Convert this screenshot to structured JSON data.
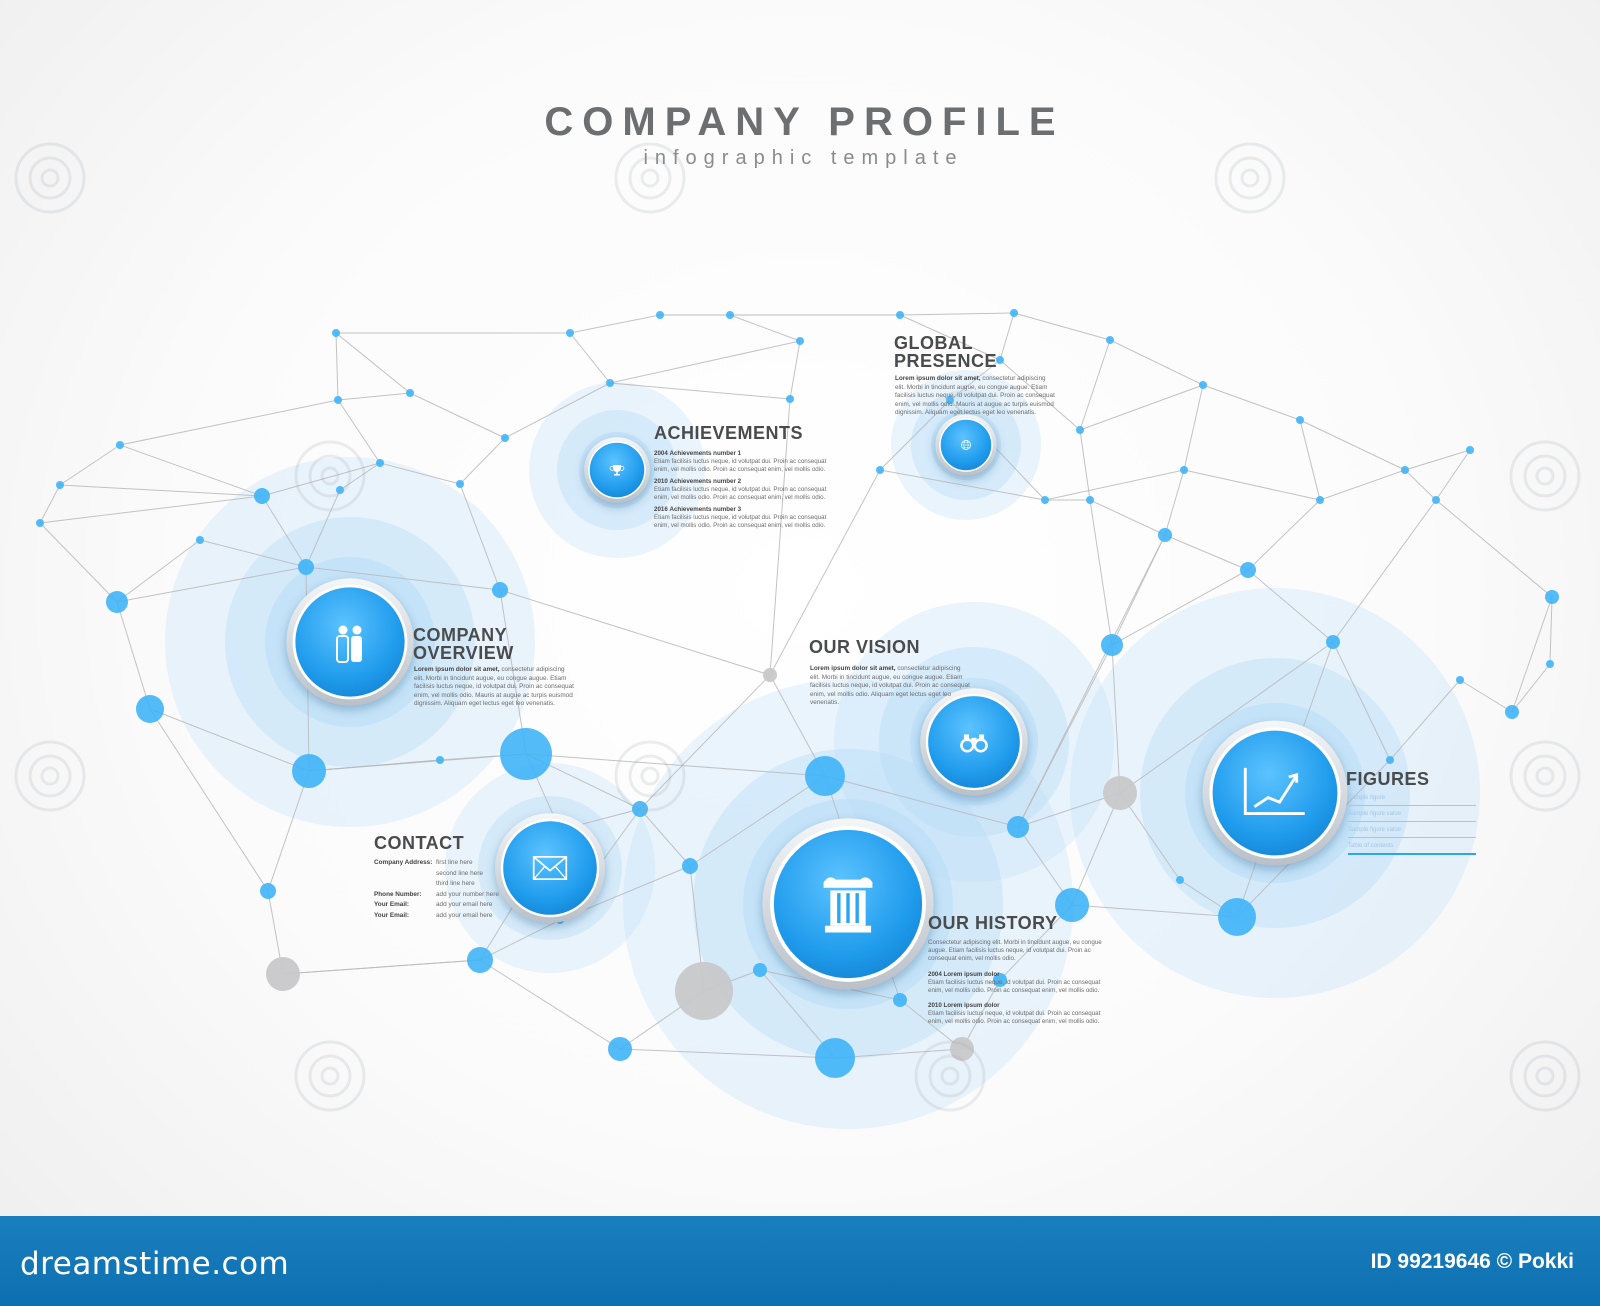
{
  "title": "COMPANY PROFILE",
  "subtitle": "infographic template",
  "colors": {
    "accent": "#2aa6f2",
    "halo": "#b6dcf8",
    "node_gray": "#c8c8ca",
    "heading": "#4a4b4d",
    "footer": "#1477b8"
  },
  "sections": {
    "achievements": {
      "heading": "ACHIEVEMENTS",
      "icon": "trophy-icon",
      "entries": [
        {
          "year": "2004",
          "title": "Achievements number 1",
          "text": "Etiam facilisis luctus neque, id volutpat dui. Proin ac consequat enim, vel mollis odio. Proin ac consequat enim, vel mollis odio."
        },
        {
          "year": "2010",
          "title": "Achievements number 2",
          "text": "Etiam facilisis luctus neque, id volutpat dui. Proin ac consequat enim, vel mollis odio. Proin ac consequat enim, vel mollis odio."
        },
        {
          "year": "2016",
          "title": "Achievements number 3",
          "text": "Etiam facilisis luctus neque, id volutpat dui. Proin ac consequat enim, vel mollis odio. Proin ac consequat enim, vel mollis odio."
        }
      ]
    },
    "global_presence": {
      "heading_line1": "GLOBAL",
      "heading_line2": "PRESENCE",
      "icon": "globe-icon",
      "lead": "Lorem ipsum dolor sit amet,",
      "text": " consectetur adipiscing elit. Morbi in tincidunt augue, eu congue augue. Etiam facilisis luctus neque, id volutpat dui. Proin ac consequat enim, vel mollis odio. Mauris at augue ac turpis euismod dignissim. Aliquam eget lectus eget leo venenatis."
    },
    "company_overview": {
      "heading_line1": "COMPANY",
      "heading_line2": "OVERVIEW",
      "icon": "people-icon",
      "lead": "Lorem ipsum dolor sit amet,",
      "text": " consectetur adipiscing elit. Morbi in tincidunt augue, eu congue augue. Etiam facilisis luctus neque, id volutpat dui. Proin ac consequat enim, vel mollis odio. Mauris at augue ac turpis euismod dignissim. Aliquam eget lectus eget leo venenatis."
    },
    "our_vision": {
      "heading": "OUR VISION",
      "icon": "binoculars-icon",
      "lead": "Lorem ipsum dolor sit amet,",
      "text": " consectetur adipiscing elit. Morbi in tincidunt augue, eu congue augue. Etiam facilisis luctus neque, id volutpat dui. Proin ac consequat enim, vel mollis odio. Aliquam eget lectus eget leo venenatis."
    },
    "figures": {
      "heading": "FIGURES",
      "icon": "line-chart-icon",
      "rows": [
        "Sample figure",
        "Sample figure value",
        "Sample figure value",
        "Table of contents"
      ]
    },
    "contact": {
      "heading": "CONTACT",
      "icon": "envelope-icon",
      "rows": [
        {
          "label": "Company Address:",
          "value": "first line here"
        },
        {
          "label": "",
          "value": "second line here"
        },
        {
          "label": "",
          "value": "third line here"
        },
        {
          "label": "Phone Number:",
          "value": "add your number here"
        },
        {
          "label": "Your Email:",
          "value": "add your email here"
        },
        {
          "label": "Your Email:",
          "value": "add your email here"
        }
      ]
    },
    "our_history": {
      "heading": "OUR HISTORY",
      "icon": "column-icon",
      "intro": "Consectetur adipiscing elit. Morbi in tincidunt augue, eu congue augue. Etiam facilisis luctus neque, id volutpat dui. Proin ac consequat enim, vel mollis odio.",
      "entries": [
        {
          "year": "2004",
          "title": "Lorem ipsum dolor",
          "text": "Etiam facilisis luctus neque, id volutpat dui. Proin ac consequat enim, vel mollis odio. Proin ac consequat enim, vel mollis odio."
        },
        {
          "year": "2010",
          "title": "Lorem ipsum dolor",
          "text": "Etiam facilisis luctus neque, id volutpat dui. Proin ac consequat enim, vel mollis odio. Proin ac consequat enim, vel mollis odio."
        }
      ]
    }
  },
  "footer": {
    "brand": "dreamstime.com",
    "image_id": "ID 99219646 © Pokki"
  },
  "watermark": "dreamstime"
}
